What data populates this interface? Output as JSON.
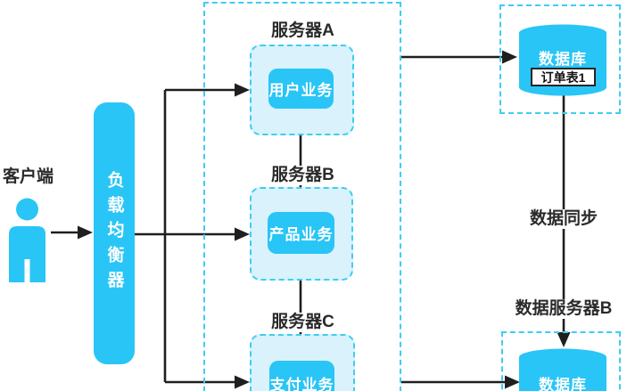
{
  "diagram_title": "load-balanced server architecture",
  "colors": {
    "accent": "#29c5f6",
    "light_fill": "#d9f2fc",
    "dash_border": "#3ecdf2",
    "line": "#1f1f1f",
    "text": "#2a2a2a"
  },
  "client": {
    "label": "客户端"
  },
  "load_balancer": {
    "label": "负载均衡器"
  },
  "server_cluster": {
    "servers": [
      {
        "name": "服务器A",
        "service": "用户业务"
      },
      {
        "name": "服务器B",
        "service": "产品业务"
      },
      {
        "name": "服务器C",
        "service": "支付业务"
      }
    ]
  },
  "database_a": {
    "label": "数据库",
    "table_label": "订单表1"
  },
  "sync_label": "数据同步",
  "database_b": {
    "server_label": "数据服务器B",
    "label": "数据库"
  }
}
